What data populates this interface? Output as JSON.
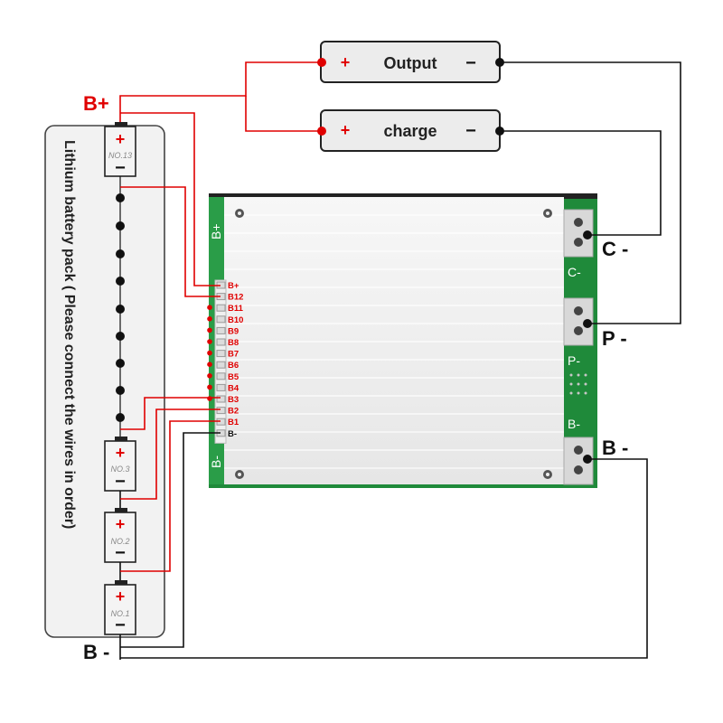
{
  "output_box": {
    "label": "Output",
    "plus": "+",
    "minus": "−"
  },
  "charge_box": {
    "label": "charge",
    "plus": "+",
    "minus": "−"
  },
  "battery": {
    "pack_label": "Lithium battery pack ( Please connect the wires in order)",
    "top_terminal": "B+",
    "bottom_terminal": "B -",
    "cell_plus": "+",
    "cell_minus": "−",
    "cells": [
      {
        "name": "NO.13"
      },
      {
        "name": "NO.3"
      },
      {
        "name": "NO.2"
      },
      {
        "name": "NO.1"
      }
    ]
  },
  "bms": {
    "balance_pins": [
      "B+",
      "B12",
      "B11",
      "B10",
      "B9",
      "B8",
      "B7",
      "B6",
      "B5",
      "B4",
      "B3",
      "B2",
      "B1",
      "B-"
    ],
    "pcb_left_top": "B+",
    "pcb_left_bottom": "B-",
    "pcb_right_c": "C-",
    "pcb_right_p": "P-",
    "pcb_right_b": "B-"
  },
  "terminals": {
    "c_minus": "C -",
    "p_minus": "P -",
    "b_minus": "B -"
  },
  "colors": {
    "positive_wire": "#e00000",
    "negative_wire": "#111111",
    "pcb_green": "#1f8a3a",
    "heatsink": "#efefef"
  }
}
